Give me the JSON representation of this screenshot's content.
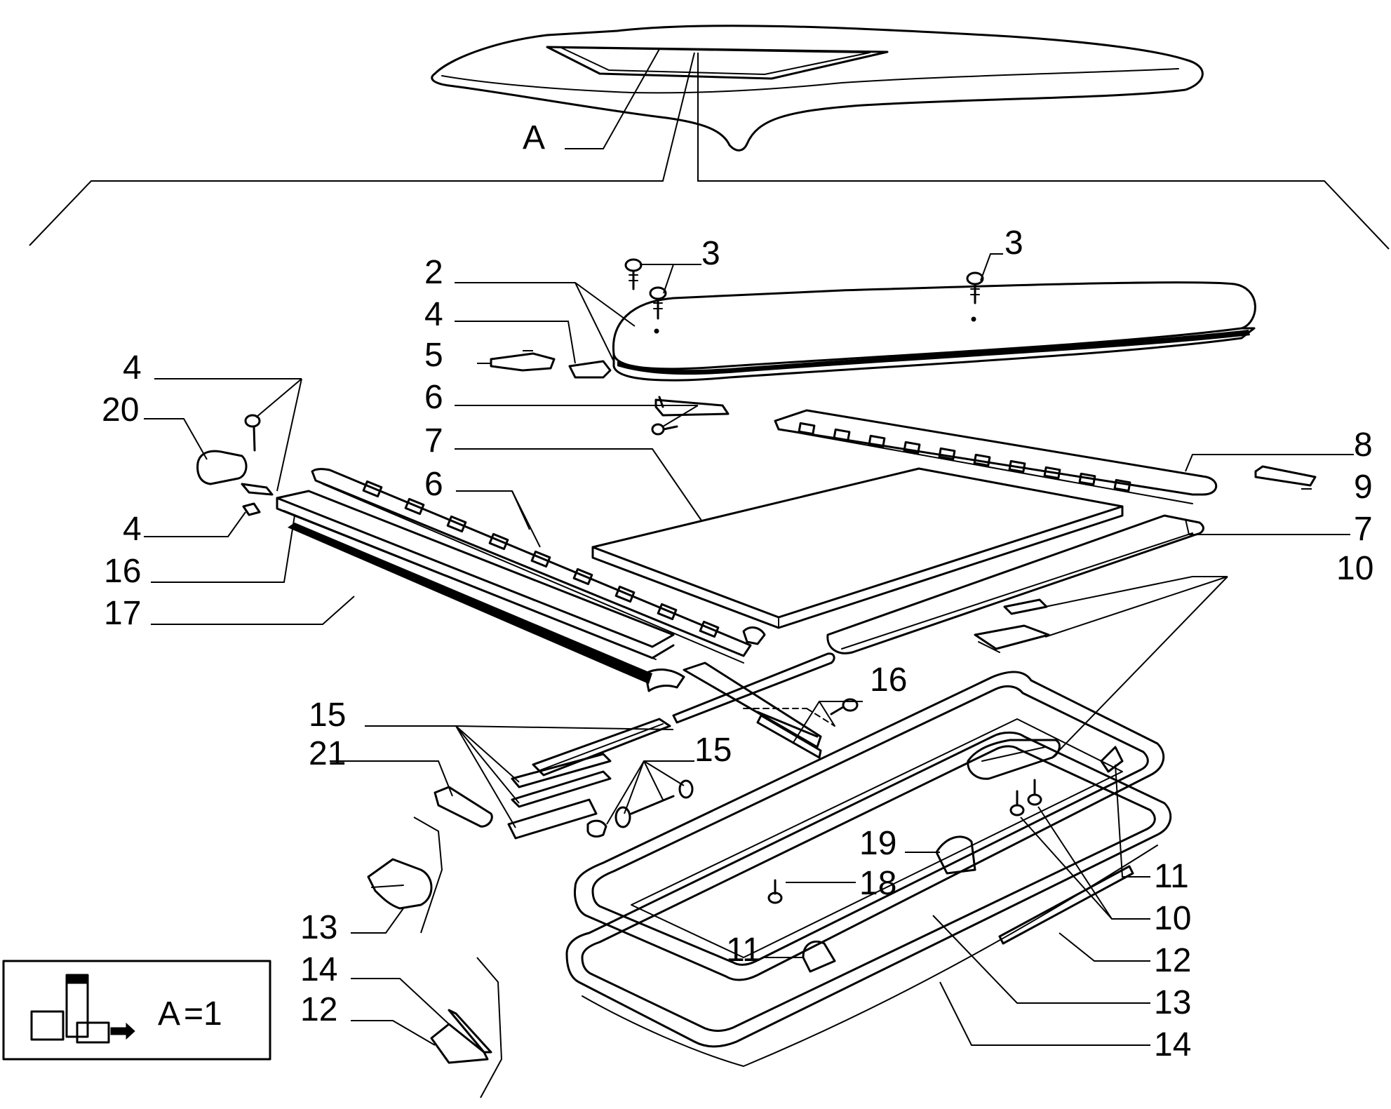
{
  "diagram": {
    "callouts": {
      "a": "A",
      "n2": "2",
      "n3": "3",
      "n4": "4",
      "n5": "5",
      "n6": "6",
      "n7": "7",
      "n8": "8",
      "n9": "9",
      "n10": "10",
      "n11": "11",
      "n12": "12",
      "n13": "13",
      "n14": "14",
      "n15": "15",
      "n16": "16",
      "n17": "17",
      "n18": "18",
      "n19": "19",
      "n20": "20",
      "n21": "21"
    },
    "kit": {
      "label": "A",
      "equals": "=1"
    }
  }
}
